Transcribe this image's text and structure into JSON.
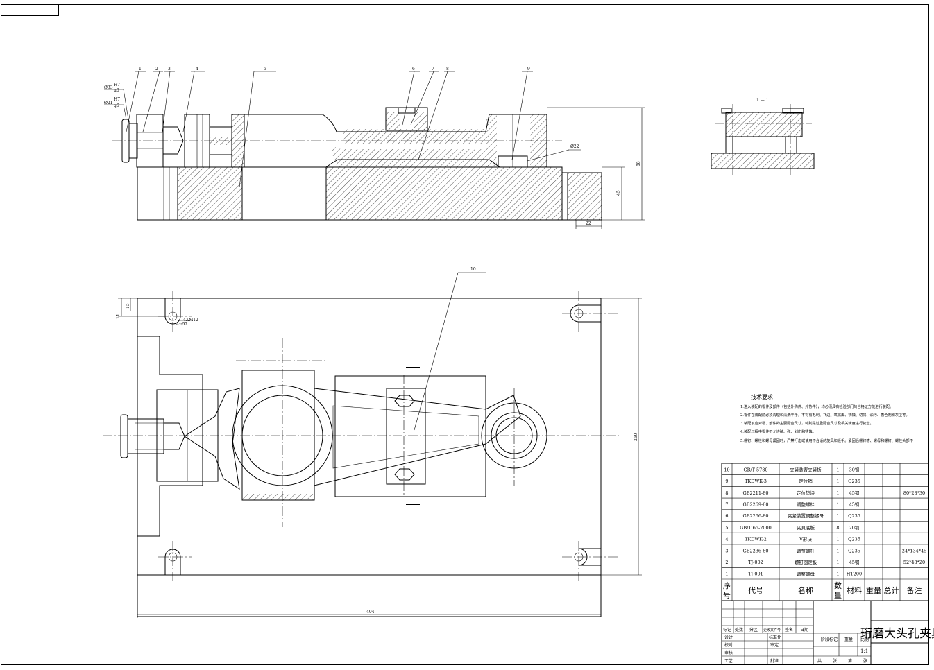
{
  "balloons": [
    "1",
    "2",
    "3",
    "4",
    "5",
    "6",
    "7",
    "8",
    "9",
    "10"
  ],
  "dimensions": {
    "phi33": "Ø33",
    "fit1_top": "H7",
    "fit1_bot": "u6",
    "phi21": "Ø21",
    "fit2_top": "H7",
    "fit2_bot": "g6",
    "phi22": "Ø22",
    "height_88": "88",
    "height_45": "45",
    "width_22": "22",
    "v15": "15",
    "v11": "11",
    "slot_a": "4XM12",
    "slot_b": "4xØ7",
    "total_width": "404",
    "total_height": "260"
  },
  "aux_view": {
    "label": "1 — 1"
  },
  "tech_requirements": {
    "title": "技术要求",
    "items": [
      "1.进入装配的零件及部件（包括外购件、外协件），均必须具有检验部门的合格证方能进行装配。",
      "2.零件在装配前必须清理和清洗干净，不得有毛刺、飞边、氧化皮、锈蚀、切屑、油污、着色剂和灰尘等。",
      "3.装配前应对零、部件的主要配合尺寸，特别是过盈配合尺寸及相关精度进行复查。",
      "4.装配过程中零件不允许磕、碰、划伤和锈蚀。",
      "5.螺钉、螺栓和螺母紧固时，严禁打击或使用不合适的旋具和扳手。紧固后螺钉槽、螺母和螺钉、螺栓头部不"
    ]
  },
  "bom": {
    "rows": [
      {
        "no": "10",
        "code": "GB/T 5780",
        "name": "夹紧装置夹紧板",
        "qty": "1",
        "mat": "30钢",
        "note": ""
      },
      {
        "no": "9",
        "code": "TKDWK-3",
        "name": "定位销",
        "qty": "1",
        "mat": "Q235",
        "note": ""
      },
      {
        "no": "8",
        "code": "GB2211-80",
        "name": "定位垫块",
        "qty": "1",
        "mat": "45钢",
        "note": "80*28*30"
      },
      {
        "no": "7",
        "code": "GB2269-80",
        "name": "调整螺栓",
        "qty": "1",
        "mat": "45钢",
        "note": ""
      },
      {
        "no": "6",
        "code": "GB2266-80",
        "name": "夹紧装置调整螺母",
        "qty": "1",
        "mat": "Q235",
        "note": ""
      },
      {
        "no": "5",
        "code": "GB/T 65-2000",
        "name": "夹具底板",
        "qty": "8",
        "mat": "20钢",
        "note": ""
      },
      {
        "no": "4",
        "code": "TKDWK-2",
        "name": "V形块",
        "qty": "1",
        "mat": "Q235",
        "note": ""
      },
      {
        "no": "3",
        "code": "GB2236-80",
        "name": "调节螺杆",
        "qty": "1",
        "mat": "Q235",
        "note": "24*134*45"
      },
      {
        "no": "2",
        "code": "TJ-002",
        "name": "螺钉固定板",
        "qty": "1",
        "mat": "45钢",
        "note": "52*48*20"
      },
      {
        "no": "1",
        "code": "TJ-001",
        "name": "调整螺母",
        "qty": "1",
        "mat": "HT200",
        "note": ""
      }
    ],
    "header": {
      "no": "序号",
      "code": "代号",
      "name": "名称",
      "qty": "数量",
      "mat": "材料",
      "wt": "重量",
      "total": "总计",
      "note": "备注"
    }
  },
  "title_block": {
    "title": "珩磨大头孔夹具",
    "rev_labels": [
      "标记",
      "处数",
      "分区",
      "更改文件号",
      "签名",
      "日期"
    ],
    "left_labels": [
      "设计",
      "校对",
      "审核",
      "工艺"
    ],
    "mid_labels": [
      "标准化",
      "审定",
      "批准"
    ],
    "stage_label": "阶段标记",
    "weight_label": "重量",
    "scale_label": "比例",
    "scale": "1:1",
    "sheets": [
      "共",
      "张",
      "第",
      "张"
    ]
  }
}
